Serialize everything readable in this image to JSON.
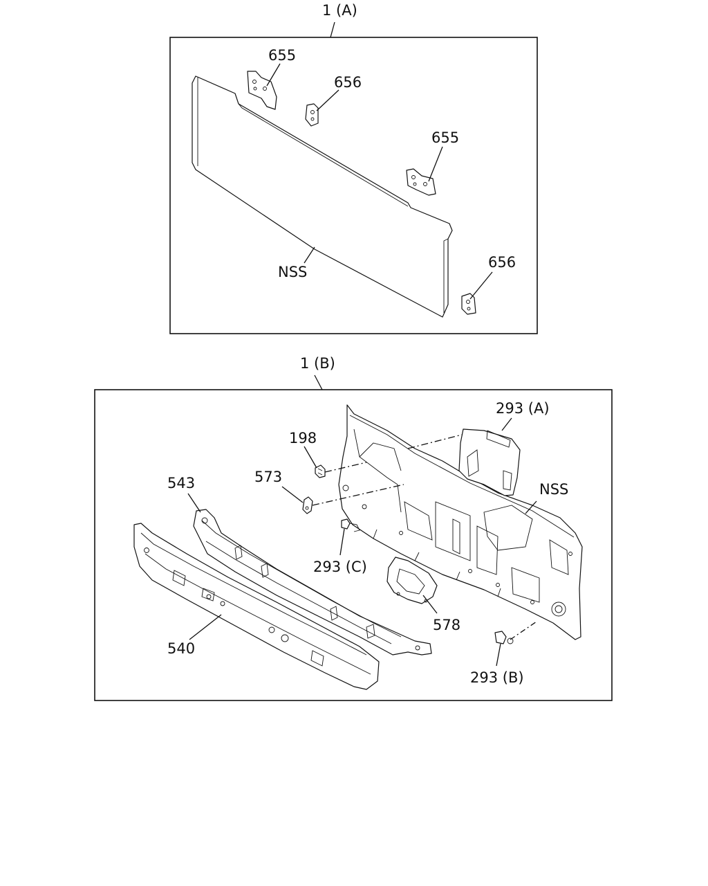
{
  "panel_a": {
    "title": "1 (A)",
    "labels": {
      "p655_top": "655",
      "p656_top": "656",
      "p655_mid": "655",
      "p656_bot": "656",
      "nss": "NSS"
    }
  },
  "panel_b": {
    "title": "1 (B)",
    "labels": {
      "p293a": "293 (A)",
      "p198": "198",
      "p573": "573",
      "p543": "543",
      "nss": "NSS",
      "p293c": "293 (C)",
      "p578": "578",
      "p540": "540",
      "p293b": "293 (B)"
    }
  }
}
